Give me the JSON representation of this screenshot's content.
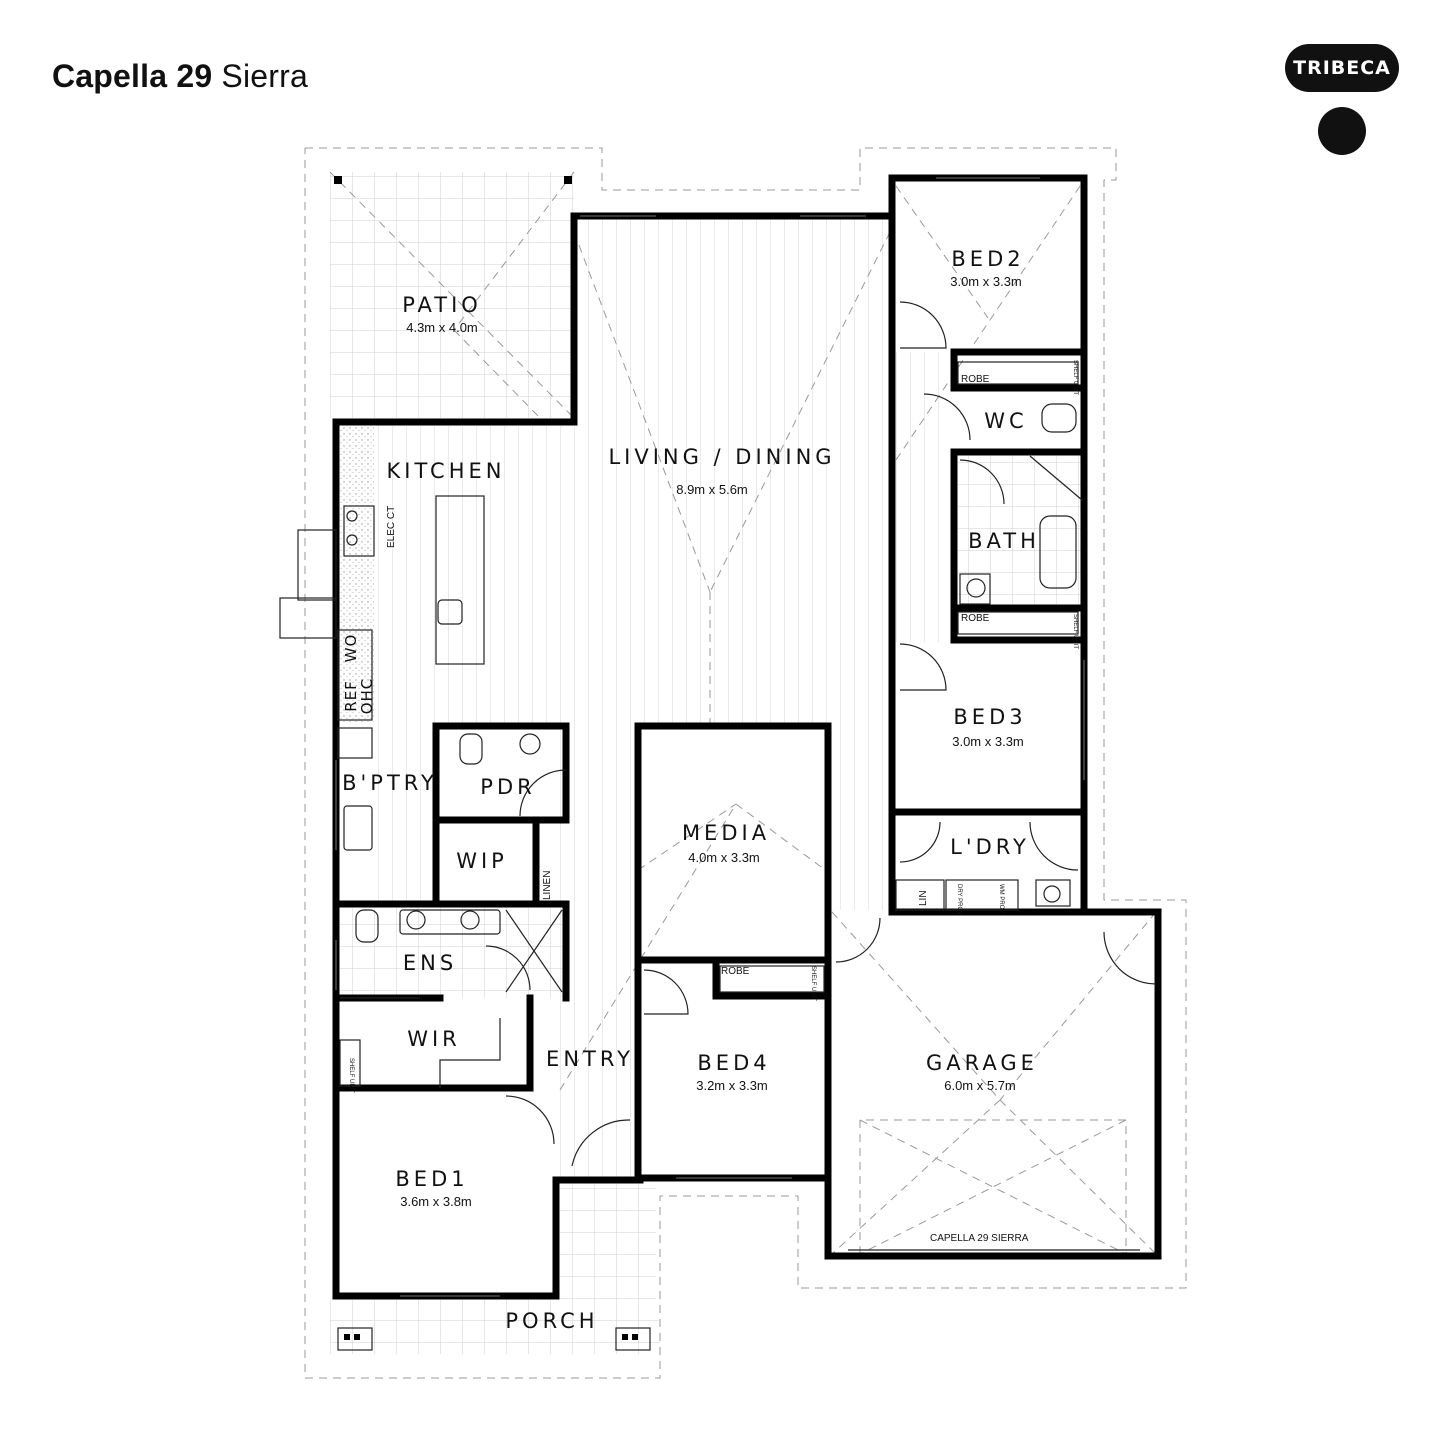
{
  "header": {
    "plan_name": "Capella 29",
    "facade_name": "Sierra",
    "brand": "TRIBECA"
  },
  "rooms": {
    "patio": {
      "name": "PATIO",
      "size": "4.3m x 4.0m"
    },
    "kitchen": {
      "name": "KITCHEN"
    },
    "living": {
      "name": "LIVING / DINING",
      "size": "8.9m x 5.6m"
    },
    "bed2": {
      "name": "BED2",
      "size": "3.0m x 3.3m"
    },
    "wc": {
      "name": "WC"
    },
    "bath": {
      "name": "BATH"
    },
    "bed3": {
      "name": "BED3",
      "size": "3.0m x 3.3m"
    },
    "ldry": {
      "name": "L'DRY"
    },
    "bptry": {
      "name": "B'PTRY"
    },
    "pdr": {
      "name": "PDR"
    },
    "wip": {
      "name": "WIP"
    },
    "media": {
      "name": "MEDIA",
      "size": "4.0m x 3.3m"
    },
    "ens": {
      "name": "ENS"
    },
    "wir": {
      "name": "WIR"
    },
    "entry": {
      "name": "ENTRY"
    },
    "bed4": {
      "name": "BED4",
      "size": "3.2m x 3.3m"
    },
    "garage": {
      "name": "GARAGE",
      "size": "6.0m x 5.7m"
    },
    "bed1": {
      "name": "BED1",
      "size": "3.6m x 3.8m"
    },
    "porch": {
      "name": "PORCH"
    }
  },
  "fixtures": {
    "robe": "ROBE",
    "shelf_unit": "SHELF UNIT",
    "elec_ct": "ELEC CT",
    "linen": "LINEN",
    "lin": "LIN",
    "dry_prov": "DRY PROV",
    "wm_prov": "WM PROV",
    "wo": "WO",
    "ref": "REF",
    "ohc": "OHC",
    "garage_door": "CAPELLA 29 SIERRA"
  }
}
